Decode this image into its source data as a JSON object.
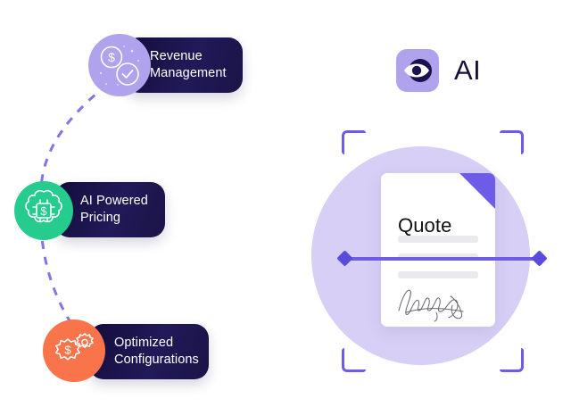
{
  "colors": {
    "badge_pill": "#1a1446",
    "badge_text": "#ffffff",
    "icon_purple": "#b0a2ec",
    "icon_green": "#25cc8e",
    "icon_orange": "#f9734b",
    "accent_purple": "#6c5ce7",
    "scan_circle": "#d7cff5",
    "doc_fold": "#6c5ce7",
    "doc_line": "#e9e9ee",
    "dashed_connector": "#6c5ce7",
    "ai_text": "#15113c",
    "page_background": "#ffffff"
  },
  "flow": {
    "badges": [
      {
        "id": "revenue-management",
        "label": "Revenue\nManagement",
        "icon": "coin-dollar-check-icon",
        "icon_color": "#b0a2ec"
      },
      {
        "id": "ai-powered-pricing",
        "label": "AI Powered\nPricing",
        "icon": "brain-chip-dollar-icon",
        "icon_color": "#25cc8e"
      },
      {
        "id": "optimized-configurations",
        "label": "Optimized\nConfigurations",
        "icon": "gears-dollar-icon",
        "icon_color": "#f9734b"
      }
    ],
    "connector": "dashed-curve-connector"
  },
  "ai_panel": {
    "logo_icon": "eye-icon",
    "logo_label": "AI",
    "scanner": {
      "brackets": [
        "corner-bracket-top-left",
        "corner-bracket-top-right",
        "corner-bracket-bottom-left",
        "corner-bracket-bottom-right"
      ],
      "scan_line": "horizontal-scan-line"
    },
    "document": {
      "title": "Quote",
      "fold_corner": "folded-corner",
      "placeholder_lines": 3,
      "signature": "handwritten-signature"
    }
  }
}
